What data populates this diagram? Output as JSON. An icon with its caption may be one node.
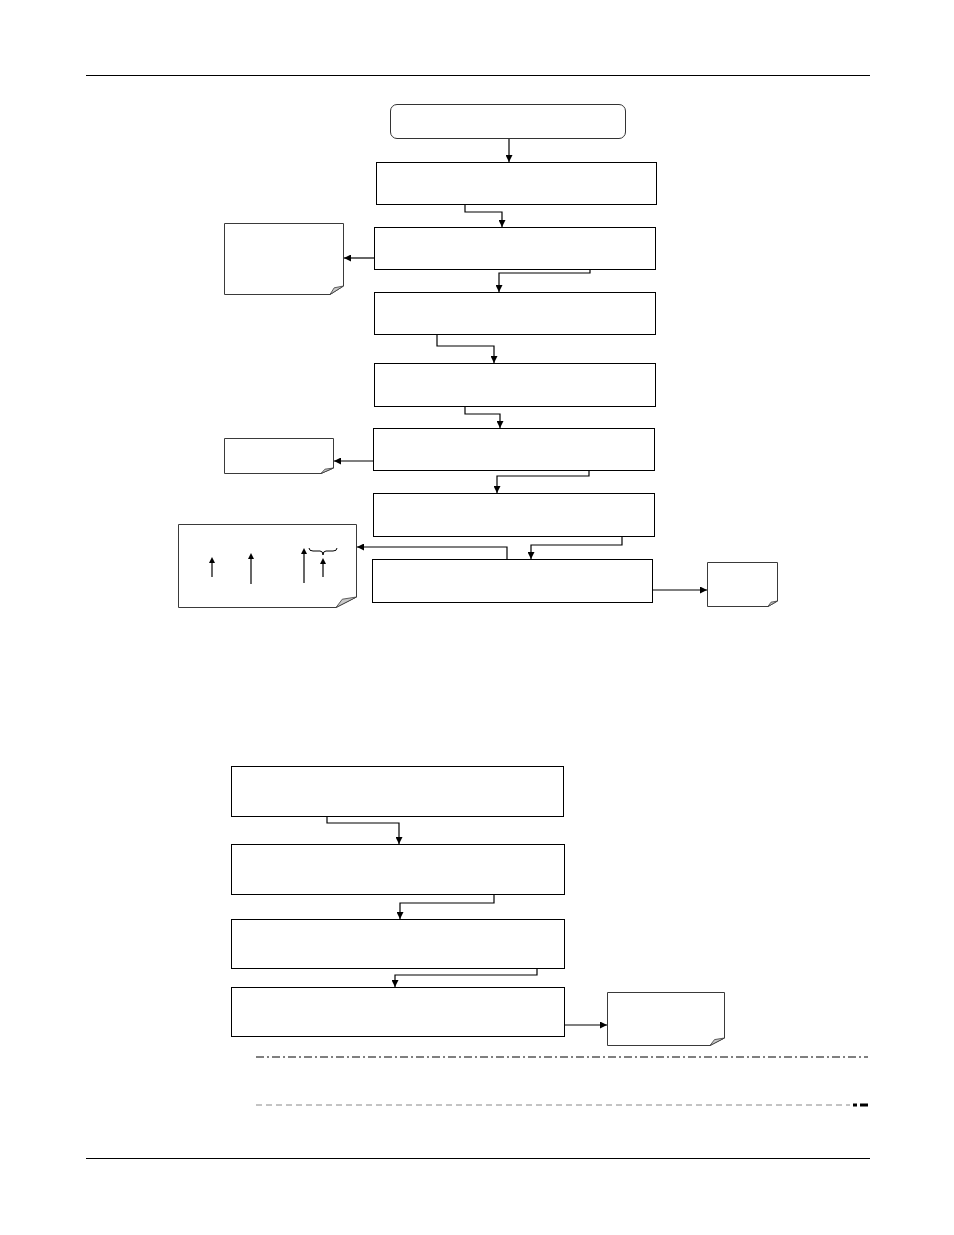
{
  "diagram": {
    "nodes": [
      {
        "text": [],
        "shape": "rounded"
      },
      {
        "text": [],
        "shape": "box"
      },
      {
        "text": [],
        "shape": "note"
      },
      {
        "text": [],
        "shape": "box"
      },
      {
        "text": [],
        "shape": "box"
      },
      {
        "text": [],
        "shape": "box"
      },
      {
        "text": [],
        "shape": "note"
      },
      {
        "text": [],
        "shape": "box"
      },
      {
        "text": [],
        "shape": "box"
      },
      {
        "text": [],
        "shape": "note"
      },
      {
        "text": [],
        "shape": "box"
      },
      {
        "text": [],
        "shape": "note"
      },
      {
        "text": [],
        "shape": "box"
      },
      {
        "text": [],
        "shape": "box"
      },
      {
        "text": [],
        "shape": "box"
      },
      {
        "text": [],
        "shape": "box"
      },
      {
        "text": [],
        "shape": "note"
      }
    ],
    "edges": [
      {
        "from": 0,
        "to": 1,
        "arrow": "to"
      },
      {
        "from": 1,
        "to": 3,
        "arrow": "to"
      },
      {
        "from": 3,
        "to": 2,
        "arrow": "to"
      },
      {
        "from": 3,
        "to": 4,
        "arrow": "to"
      },
      {
        "from": 4,
        "to": 5,
        "arrow": "to"
      },
      {
        "from": 5,
        "to": 7,
        "arrow": "to"
      },
      {
        "from": 7,
        "to": 6,
        "arrow": "to"
      },
      {
        "from": 7,
        "to": 8,
        "arrow": "to"
      },
      {
        "from": 8,
        "to": 10,
        "arrow": "to"
      },
      {
        "from": 10,
        "to": 9,
        "arrow": "to"
      },
      {
        "from": 10,
        "to": 11,
        "arrow": "to"
      },
      {
        "from": 12,
        "to": 13,
        "arrow": "to"
      },
      {
        "from": 13,
        "to": 14,
        "arrow": "to"
      },
      {
        "from": 14,
        "to": 15,
        "arrow": "to"
      },
      {
        "from": 15,
        "to": 16,
        "arrow": "to"
      }
    ]
  }
}
